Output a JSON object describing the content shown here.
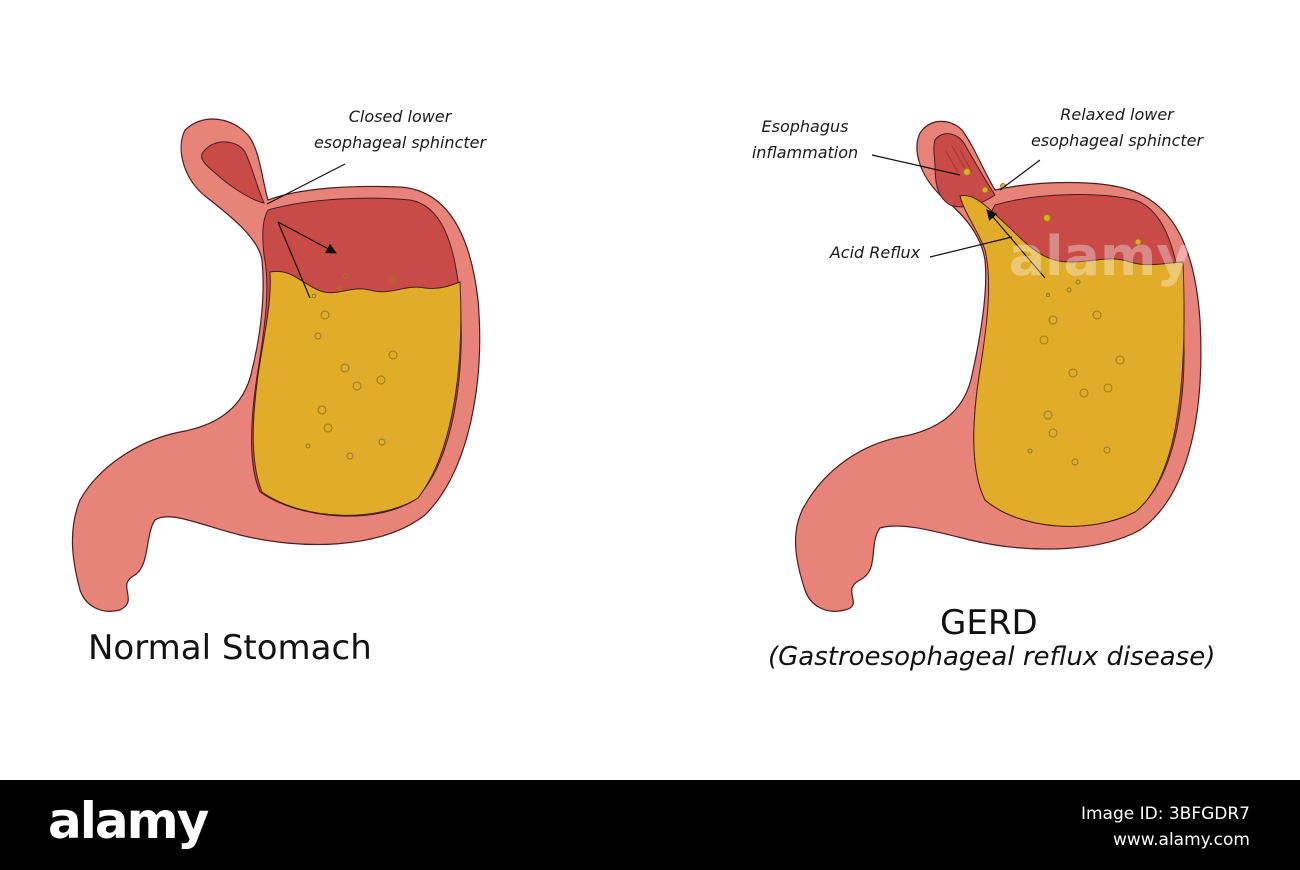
{
  "colors": {
    "wall": "#e8837a",
    "mucosa": "#c84b47",
    "gastric_fluid": "#e0ac2a",
    "outline": "#4a1e1e",
    "footer_bg": "#000000"
  },
  "normal": {
    "sphincter_label": [
      "Closed lower",
      "esophageal sphincter"
    ],
    "title": "Normal Stomach"
  },
  "gerd": {
    "inflammation_label": [
      "Esophagus",
      "inflammation"
    ],
    "sphincter_label": [
      "Relaxed lower",
      "esophageal sphincter"
    ],
    "reflux_label": "Acid Reflux",
    "title": "GERD",
    "subtitle": "(Gastroesophageal reflux disease)"
  },
  "watermark": "alamy",
  "footer": {
    "brand": "alamy",
    "image_id": "Image ID: 3BFGDR7",
    "site": "www.alamy.com"
  }
}
